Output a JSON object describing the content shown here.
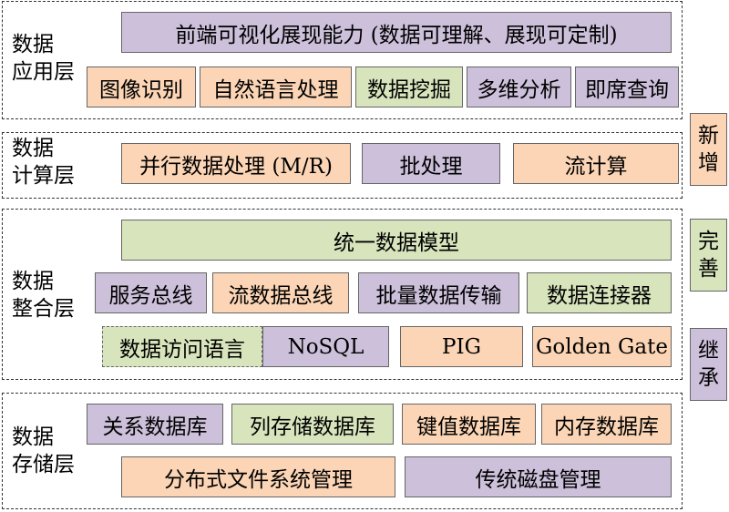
{
  "layers": {
    "app": {
      "label_line1": "数据",
      "label_line2": "应用层"
    },
    "compute": {
      "label_line1": "数据",
      "label_line2": "计算层"
    },
    "integrate": {
      "label_line1": "数据",
      "label_line2": "整合层"
    },
    "storage": {
      "label_line1": "数据",
      "label_line2": "存储层"
    }
  },
  "app": {
    "top": "前端可视化展现能力 (数据可理解、展现可定制)",
    "items": [
      "图像识别",
      "自然语言处理",
      "数据挖掘",
      "多维分析",
      "即席查询"
    ]
  },
  "compute": {
    "items": [
      "并行数据处理 (M/R)",
      "批处理",
      "流计算"
    ]
  },
  "integrate": {
    "model": "统一数据模型",
    "row1": [
      "服务总线",
      "流数据总线",
      "批量数据传输",
      "数据连接器"
    ],
    "row2": [
      "数据访问语言",
      "NoSQL",
      "PIG",
      "Golden Gate"
    ]
  },
  "storage": {
    "row1": [
      "关系数据库",
      "列存储数据库",
      "键值数据库",
      "内存数据库"
    ],
    "row2": [
      "分布式文件系统管理",
      "传统磁盘管理"
    ]
  },
  "side": {
    "new": [
      "新",
      "增"
    ],
    "improve": [
      "完",
      "善"
    ],
    "inherit": [
      "继",
      "承"
    ]
  },
  "colors": {
    "purple": "#ccc0da",
    "orange": "#fbd5b5",
    "green": "#d7e4bc"
  }
}
